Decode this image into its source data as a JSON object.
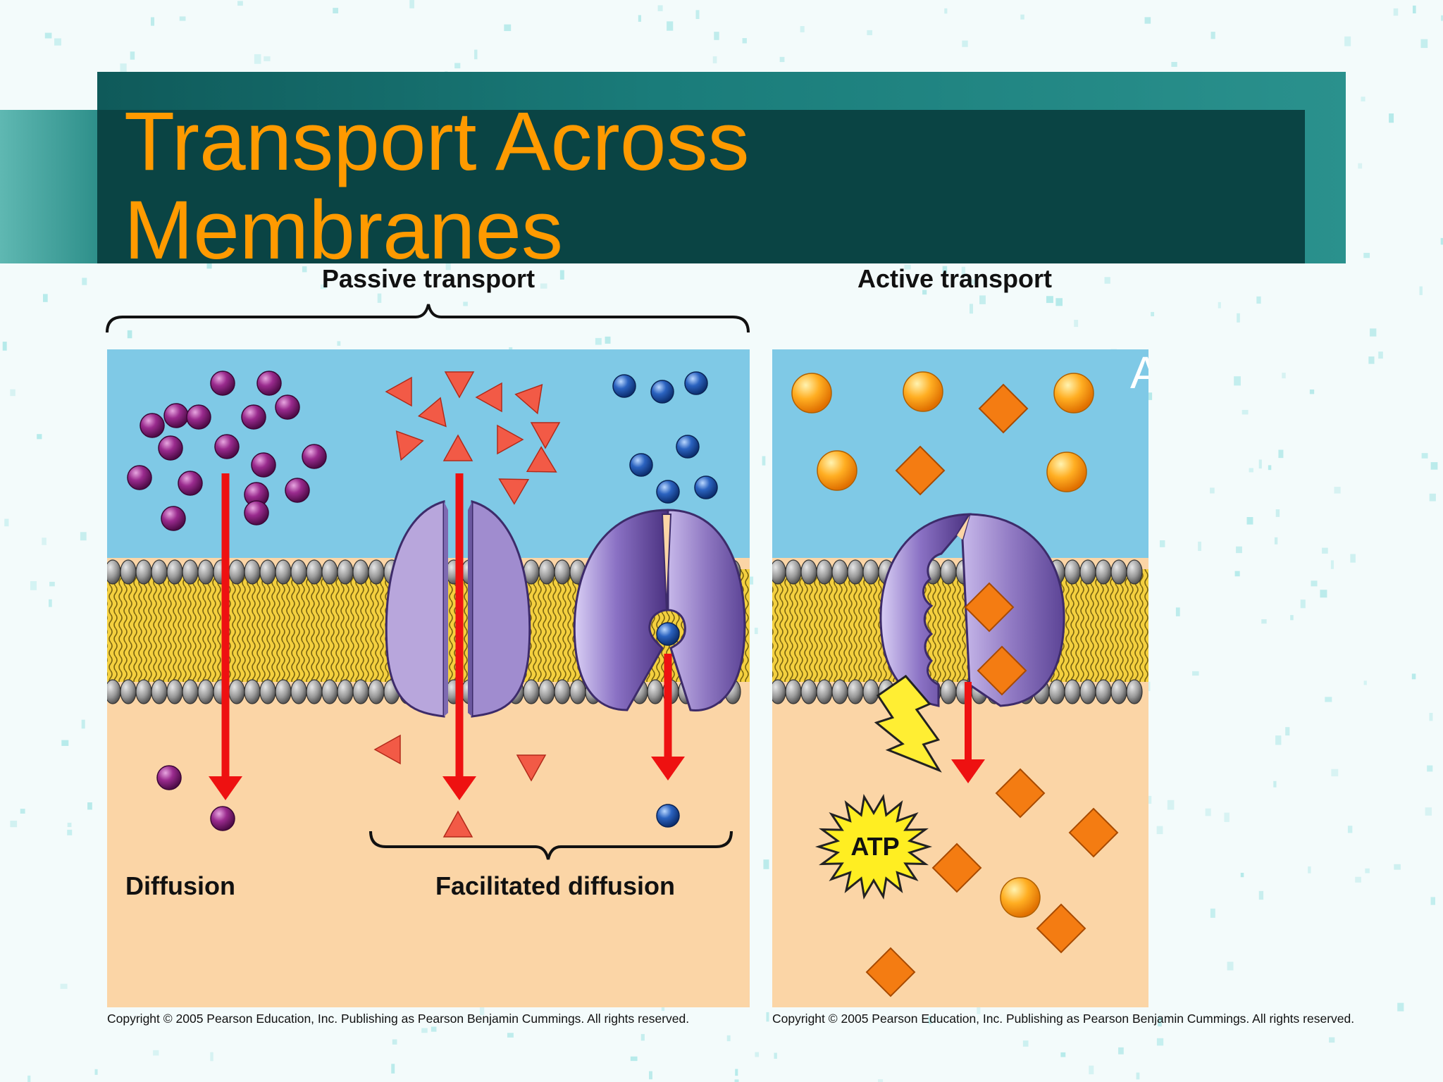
{
  "slide": {
    "title_line1": "Transport Across",
    "title_line2": "Membranes",
    "right_text_fragment": "A t p a g g"
  },
  "figure": {
    "passive_heading": "Passive transport",
    "active_heading": "Active transport",
    "diffusion_label": "Diffusion",
    "facilitated_label": "Facilitated diffusion",
    "atp_label": "ATP",
    "copyright_left": "Copyright © 2005 Pearson Education, Inc. Publishing as Pearson Benjamin Cummings. All rights reserved.",
    "copyright_right": "Copyright © 2005 Pearson Education, Inc. Publishing as Pearson Benjamin Cummings. All rights reserved."
  },
  "colors": {
    "title": "#ff9a00",
    "water_top": "#7fc9e6",
    "cytoplasm": "#fbd5a6",
    "arrow": "#ee1111",
    "protein": "#9b87c8"
  }
}
